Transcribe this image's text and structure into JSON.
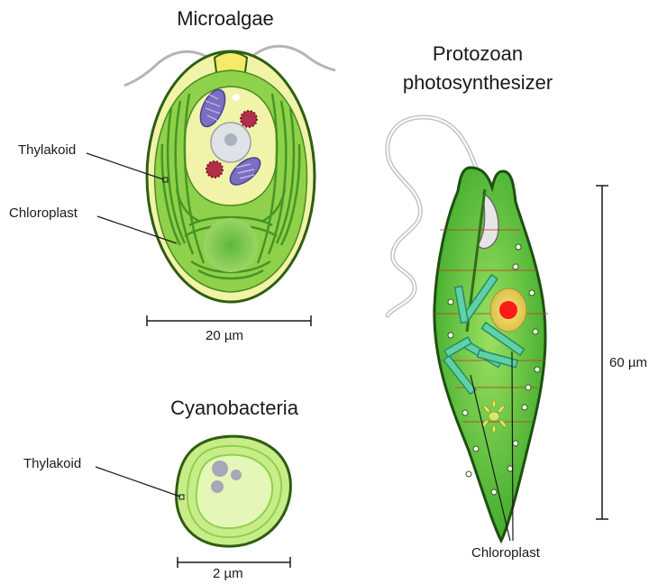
{
  "titles": {
    "microalgae": "Microalgae",
    "protozoan_line1": "Protozoan",
    "protozoan_line2": "photosynthesizer",
    "cyanobacteria": "Cyanobacteria"
  },
  "labels": {
    "microalgae_thylakoid": "Thylakoid",
    "microalgae_chloroplast": "Chloroplast",
    "cyanobacteria_thylakoid": "Thylakoid",
    "protozoan_chloroplast": "Chloroplast"
  },
  "scale_bars": {
    "microalgae": "20 µm",
    "protozoan": "60 µm",
    "cyanobacteria": "2 µm"
  },
  "colors": {
    "cell_outline": "#2f5d12",
    "green_light": "#c9ec8a",
    "green_mid": "#8fd14a",
    "green_dark": "#4fa82a",
    "cream": "#fbf7c8",
    "nucleolus_red": "#ff1a1a",
    "mitochondria_purple": "#7b6fc2",
    "granule_red": "#b0304a"
  }
}
